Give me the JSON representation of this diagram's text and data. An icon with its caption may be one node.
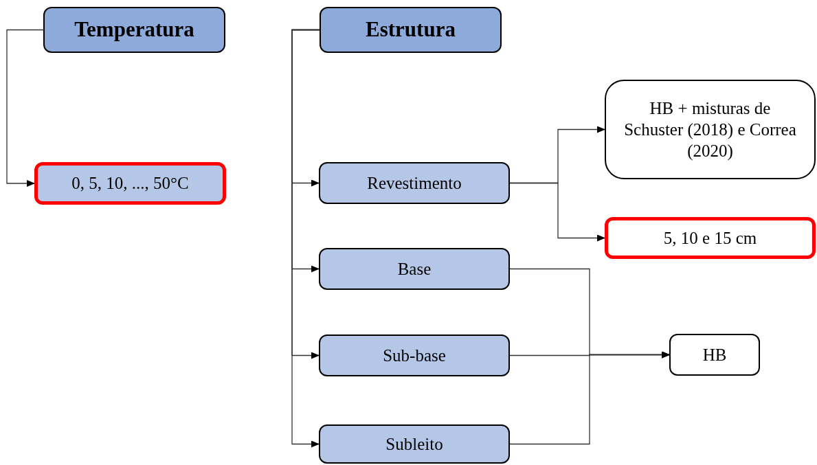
{
  "diagram": {
    "nodes": [
      {
        "text": [
          "Temperatura"
        ]
      },
      {
        "text": [
          "0, 5, 10, ..., 50°C"
        ]
      },
      {
        "text": [
          "Estrutura"
        ]
      },
      {
        "text": [
          "Revestimento"
        ]
      },
      {
        "text": [
          "Base"
        ]
      },
      {
        "text": [
          "Sub-base"
        ]
      },
      {
        "text": [
          "Subleito"
        ]
      },
      {
        "text": [
          "HB + misturas de Schuster (2018) e Correa (2020)"
        ]
      },
      {
        "text": [
          "5, 10 e 15 cm"
        ]
      },
      {
        "text": [
          "HB"
        ]
      }
    ],
    "edges": [
      {
        "from": 0,
        "to": 1,
        "arrow": "to"
      },
      {
        "from": 2,
        "to": 3,
        "arrow": "to"
      },
      {
        "from": 2,
        "to": 4,
        "arrow": "to"
      },
      {
        "from": 2,
        "to": 5,
        "arrow": "to"
      },
      {
        "from": 2,
        "to": 6,
        "arrow": "to"
      },
      {
        "from": 3,
        "to": 7,
        "arrow": "to"
      },
      {
        "from": 3,
        "to": 8,
        "arrow": "to"
      },
      {
        "from": 4,
        "to": 9,
        "arrow": "to"
      },
      {
        "from": 5,
        "to": 9,
        "arrow": "to"
      },
      {
        "from": 6,
        "to": 9,
        "arrow": "to"
      }
    ]
  }
}
